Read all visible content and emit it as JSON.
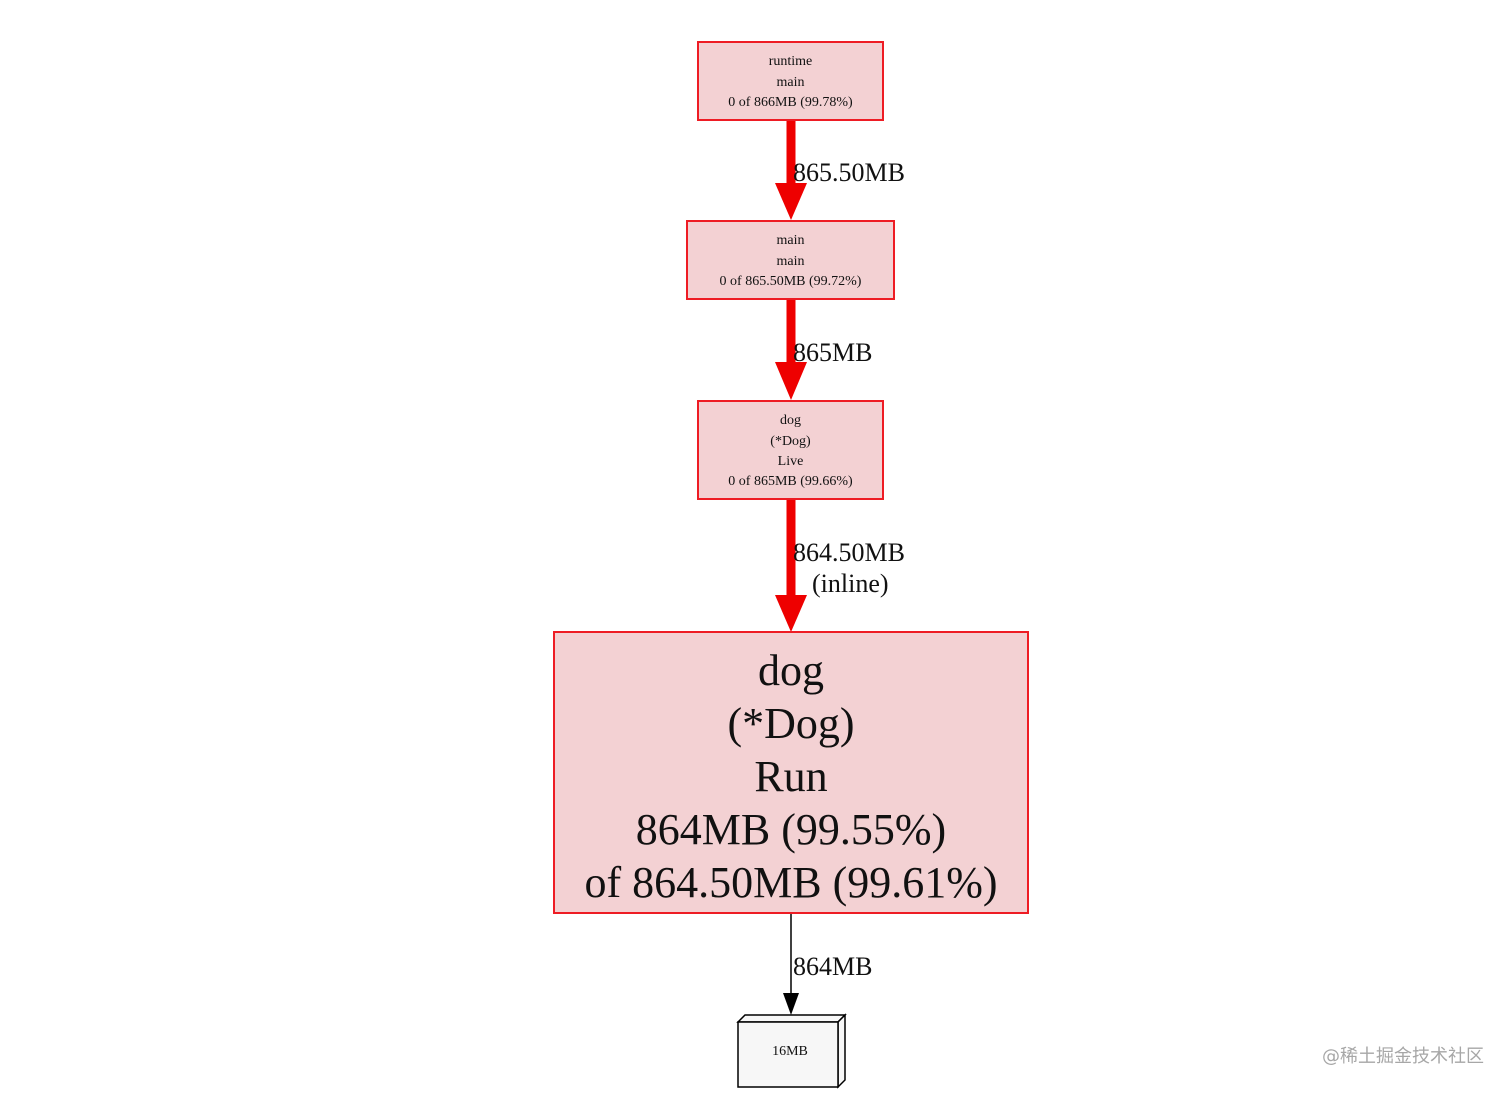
{
  "colors": {
    "hot_fill": "#f3d1d3",
    "hot_stroke": "#ee1c24",
    "edge_hot": "#ee0000",
    "edge_plain": "#000000",
    "leaf_fill": "#f7f7f7"
  },
  "nodes": [
    {
      "id": "runtime-main",
      "lines": [
        "runtime",
        "main",
        "0 of 866MB (99.78%)"
      ]
    },
    {
      "id": "main-main",
      "lines": [
        "main",
        "main",
        "0 of 865.50MB (99.72%)"
      ]
    },
    {
      "id": "dog-live",
      "lines": [
        "dog",
        "(*Dog)",
        "Live",
        "0 of 865MB (99.66%)"
      ]
    },
    {
      "id": "dog-run",
      "lines": [
        "dog",
        "(*Dog)",
        "Run",
        "864MB (99.55%)",
        "of 864.50MB (99.61%)"
      ]
    },
    {
      "id": "alloc-16mb",
      "lines": [
        "16MB"
      ]
    }
  ],
  "edges": [
    {
      "from": "runtime-main",
      "to": "main-main",
      "lines": [
        "865.50MB"
      ]
    },
    {
      "from": "main-main",
      "to": "dog-live",
      "lines": [
        "865MB"
      ]
    },
    {
      "from": "dog-live",
      "to": "dog-run",
      "lines": [
        "864.50MB",
        "(inline)"
      ]
    },
    {
      "from": "dog-run",
      "to": "alloc-16mb",
      "lines": [
        "864MB"
      ]
    }
  ],
  "watermark": "@稀土掘金技术社区"
}
